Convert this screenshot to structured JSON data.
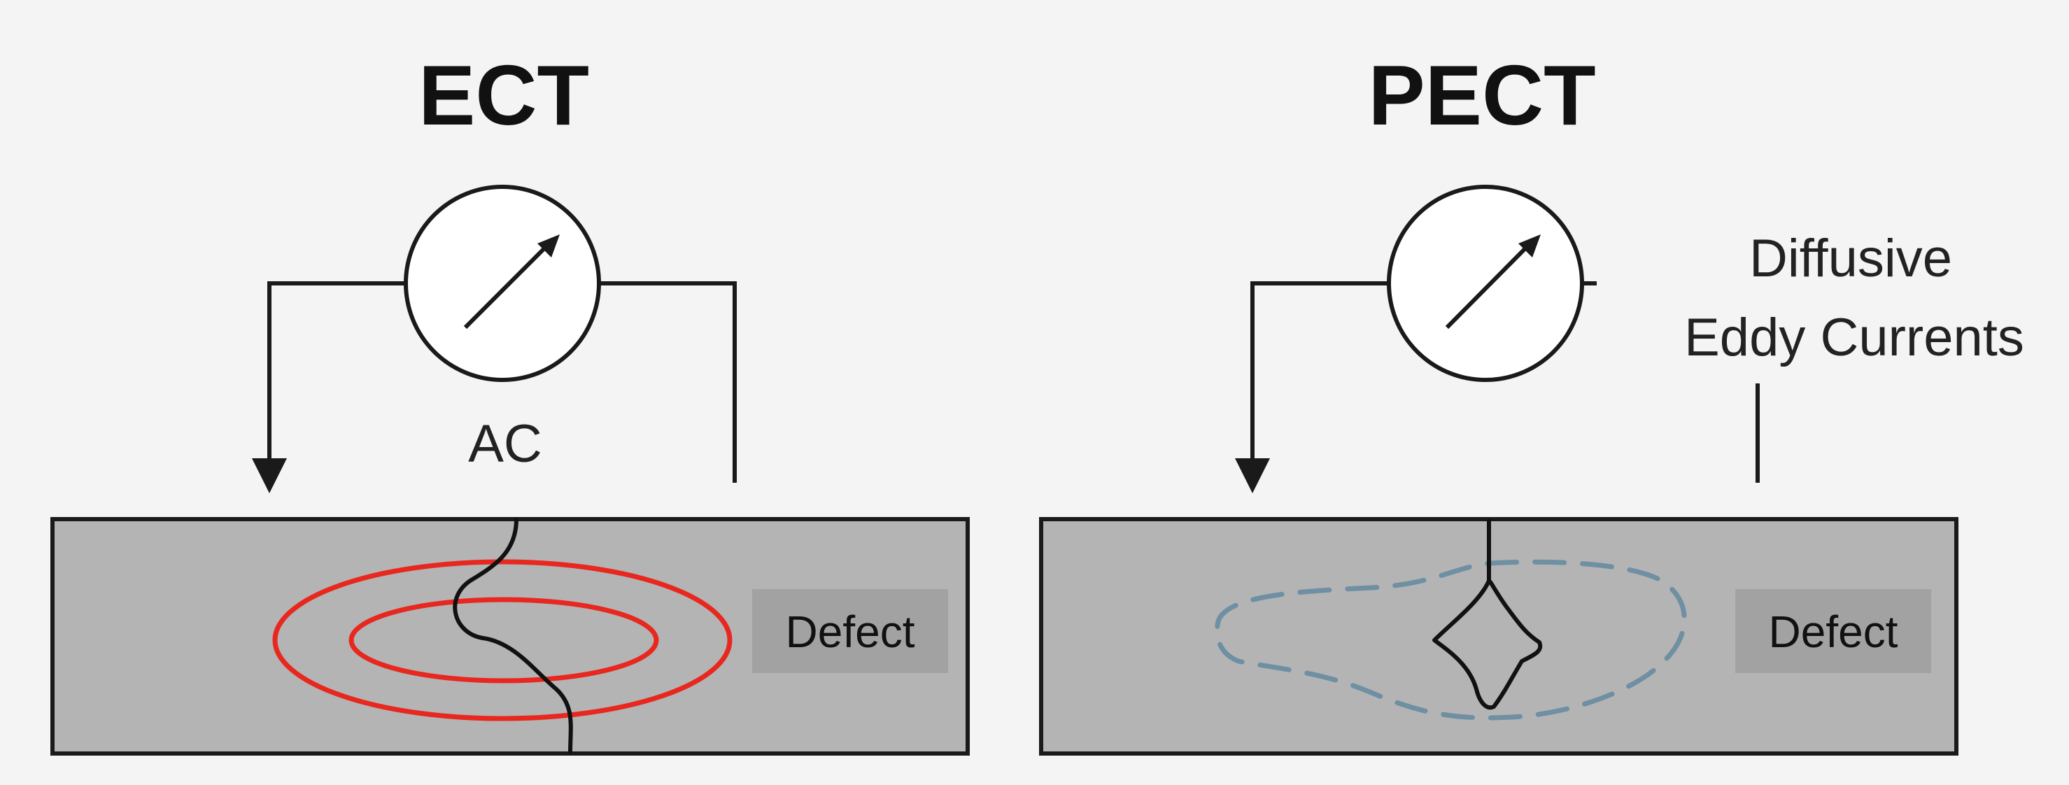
{
  "colors": {
    "background": "#f4f4f4",
    "specimen_fill": "#b4b4b4",
    "defect_box": "#a2a2a2",
    "outline": "#1a1a1a",
    "ect_current": "#e8271e",
    "pect_current": "#6f8fa3"
  },
  "ect": {
    "title": "ECT",
    "source_label": "AC",
    "defect_label": "Defect",
    "meter_icon": "meter-arrow-icon",
    "current_style": "solid concentric ellipses"
  },
  "pect": {
    "title": "PECT",
    "annotation_line1": "Diffusive",
    "annotation_line2": "Eddy Currents",
    "defect_label": "Defect",
    "meter_icon": "meter-arrow-icon",
    "current_style": "dashed diffuse loop"
  }
}
